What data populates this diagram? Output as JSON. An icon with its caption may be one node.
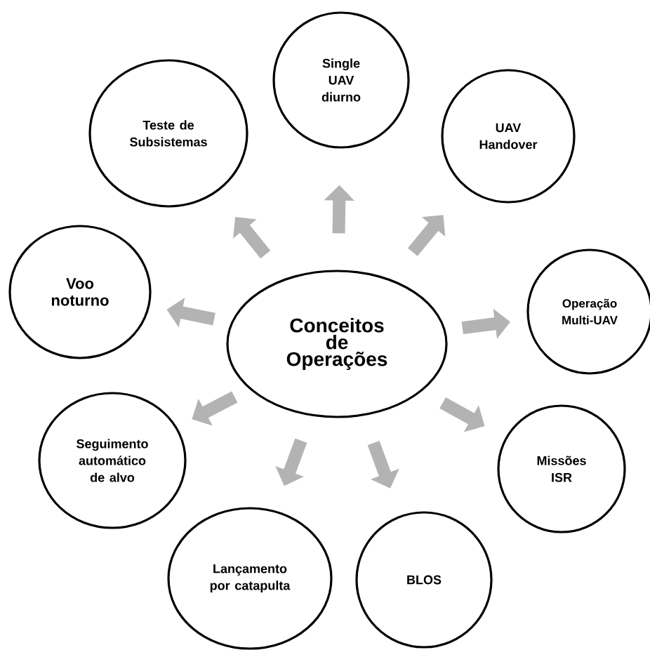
{
  "diagram": {
    "nodes": [
      {
        "text": [
          "Conceitos de Operações"
        ]
      },
      {
        "text": [
          "Single UAV diurno"
        ]
      },
      {
        "text": [
          "Teste de Subsistemas"
        ]
      },
      {
        "text": [
          "UAV Handover"
        ]
      },
      {
        "text": [
          "Voo noturno"
        ]
      },
      {
        "text": [
          "Operação Multi-UAV"
        ]
      },
      {
        "text": [
          "Seguimento automático de alvo"
        ]
      },
      {
        "text": [
          "Missões ISR"
        ]
      },
      {
        "text": [
          "Lançamento por catapulta"
        ]
      },
      {
        "text": [
          "BLOS"
        ]
      }
    ],
    "edges": [
      {
        "from": 0,
        "to": 1,
        "arrow": "to"
      },
      {
        "from": 0,
        "to": 2,
        "arrow": "to"
      },
      {
        "from": 0,
        "to": 3,
        "arrow": "to"
      },
      {
        "from": 0,
        "to": 4,
        "arrow": "to"
      },
      {
        "from": 0,
        "to": 5,
        "arrow": "to"
      },
      {
        "from": 0,
        "to": 6,
        "arrow": "to"
      },
      {
        "from": 0,
        "to": 7,
        "arrow": "to"
      },
      {
        "from": 0,
        "to": 8,
        "arrow": "to"
      },
      {
        "from": 0,
        "to": 9,
        "arrow": "to"
      }
    ]
  }
}
